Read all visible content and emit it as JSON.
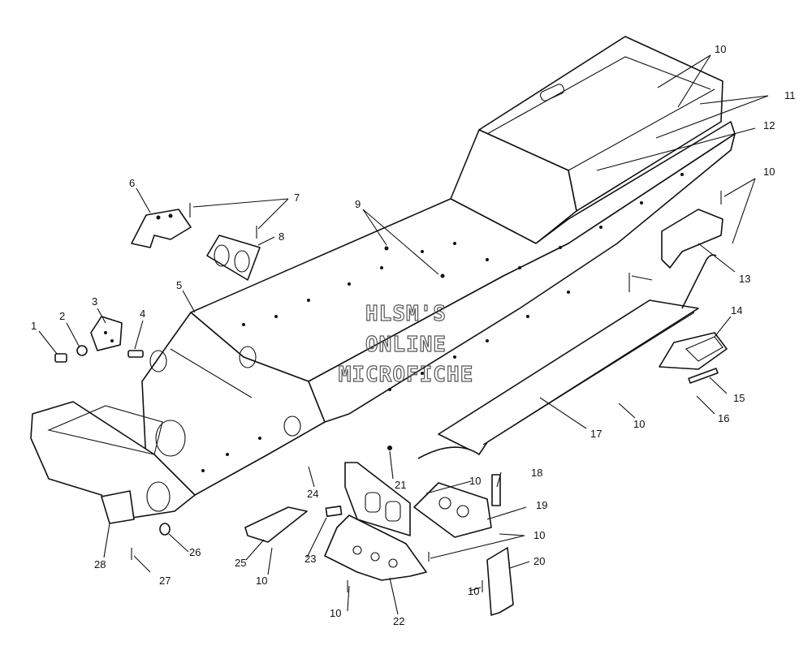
{
  "watermark": [
    "HLSM'S",
    "ONLINE",
    "MICROFICHE"
  ],
  "callouts": [
    "1",
    "2",
    "3",
    "4",
    "5",
    "6",
    "7",
    "8",
    "9",
    "10",
    "11",
    "12",
    "13",
    "14",
    "15",
    "16",
    "17",
    "18",
    "19",
    "20",
    "21",
    "22",
    "23",
    "24",
    "25",
    "26",
    "27",
    "28"
  ],
  "callout_10_label": "10"
}
